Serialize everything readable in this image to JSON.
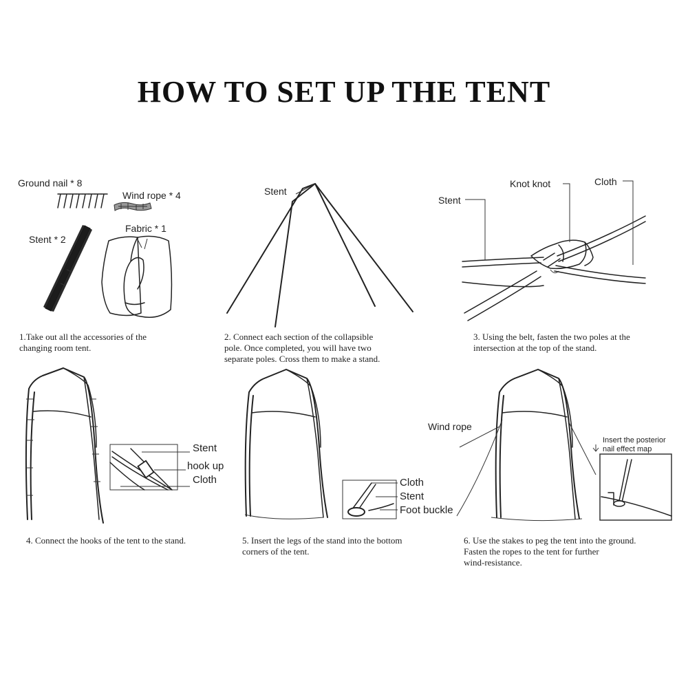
{
  "title": "HOW TO SET UP THE TENT",
  "steps": [
    {
      "labels": {
        "ground_nail": "Ground nail * 8",
        "wind_rope": "Wind rope * 4",
        "stent": "Stent * 2",
        "fabric": "Fabric * 1"
      },
      "caption": [
        "1.Take out all the accessories of the",
        "changing room tent."
      ]
    },
    {
      "labels": {
        "stent": "Stent"
      },
      "caption": [
        "2. Connect each section of the collapsible",
        "pole. Once completed, you will have two",
        "separate poles. Cross them to make a stand."
      ]
    },
    {
      "labels": {
        "knot": "Knot knot",
        "cloth": "Cloth",
        "stent": "Stent"
      },
      "caption": [
        "3. Using the belt, fasten the two poles at the",
        "intersection at the top of the stand."
      ]
    },
    {
      "labels": {
        "stent": "Stent",
        "hook": "hook up",
        "cloth": "Cloth"
      },
      "caption": [
        "4. Connect the hooks of the tent to the stand."
      ]
    },
    {
      "labels": {
        "cloth": "Cloth",
        "stent": "Stent",
        "foot": "Foot buckle"
      },
      "caption": [
        "5. Insert the legs of the stand into the bottom",
        "corners of the tent."
      ]
    },
    {
      "labels": {
        "wind_rope": "Wind rope",
        "posterior_1": "Insert the posterior",
        "posterior_2": "nail effect map"
      },
      "caption": [
        "6. Use the stakes to peg the tent into the ground.",
        "Fasten the ropes to the tent for further",
        "wind-resistance."
      ]
    }
  ]
}
